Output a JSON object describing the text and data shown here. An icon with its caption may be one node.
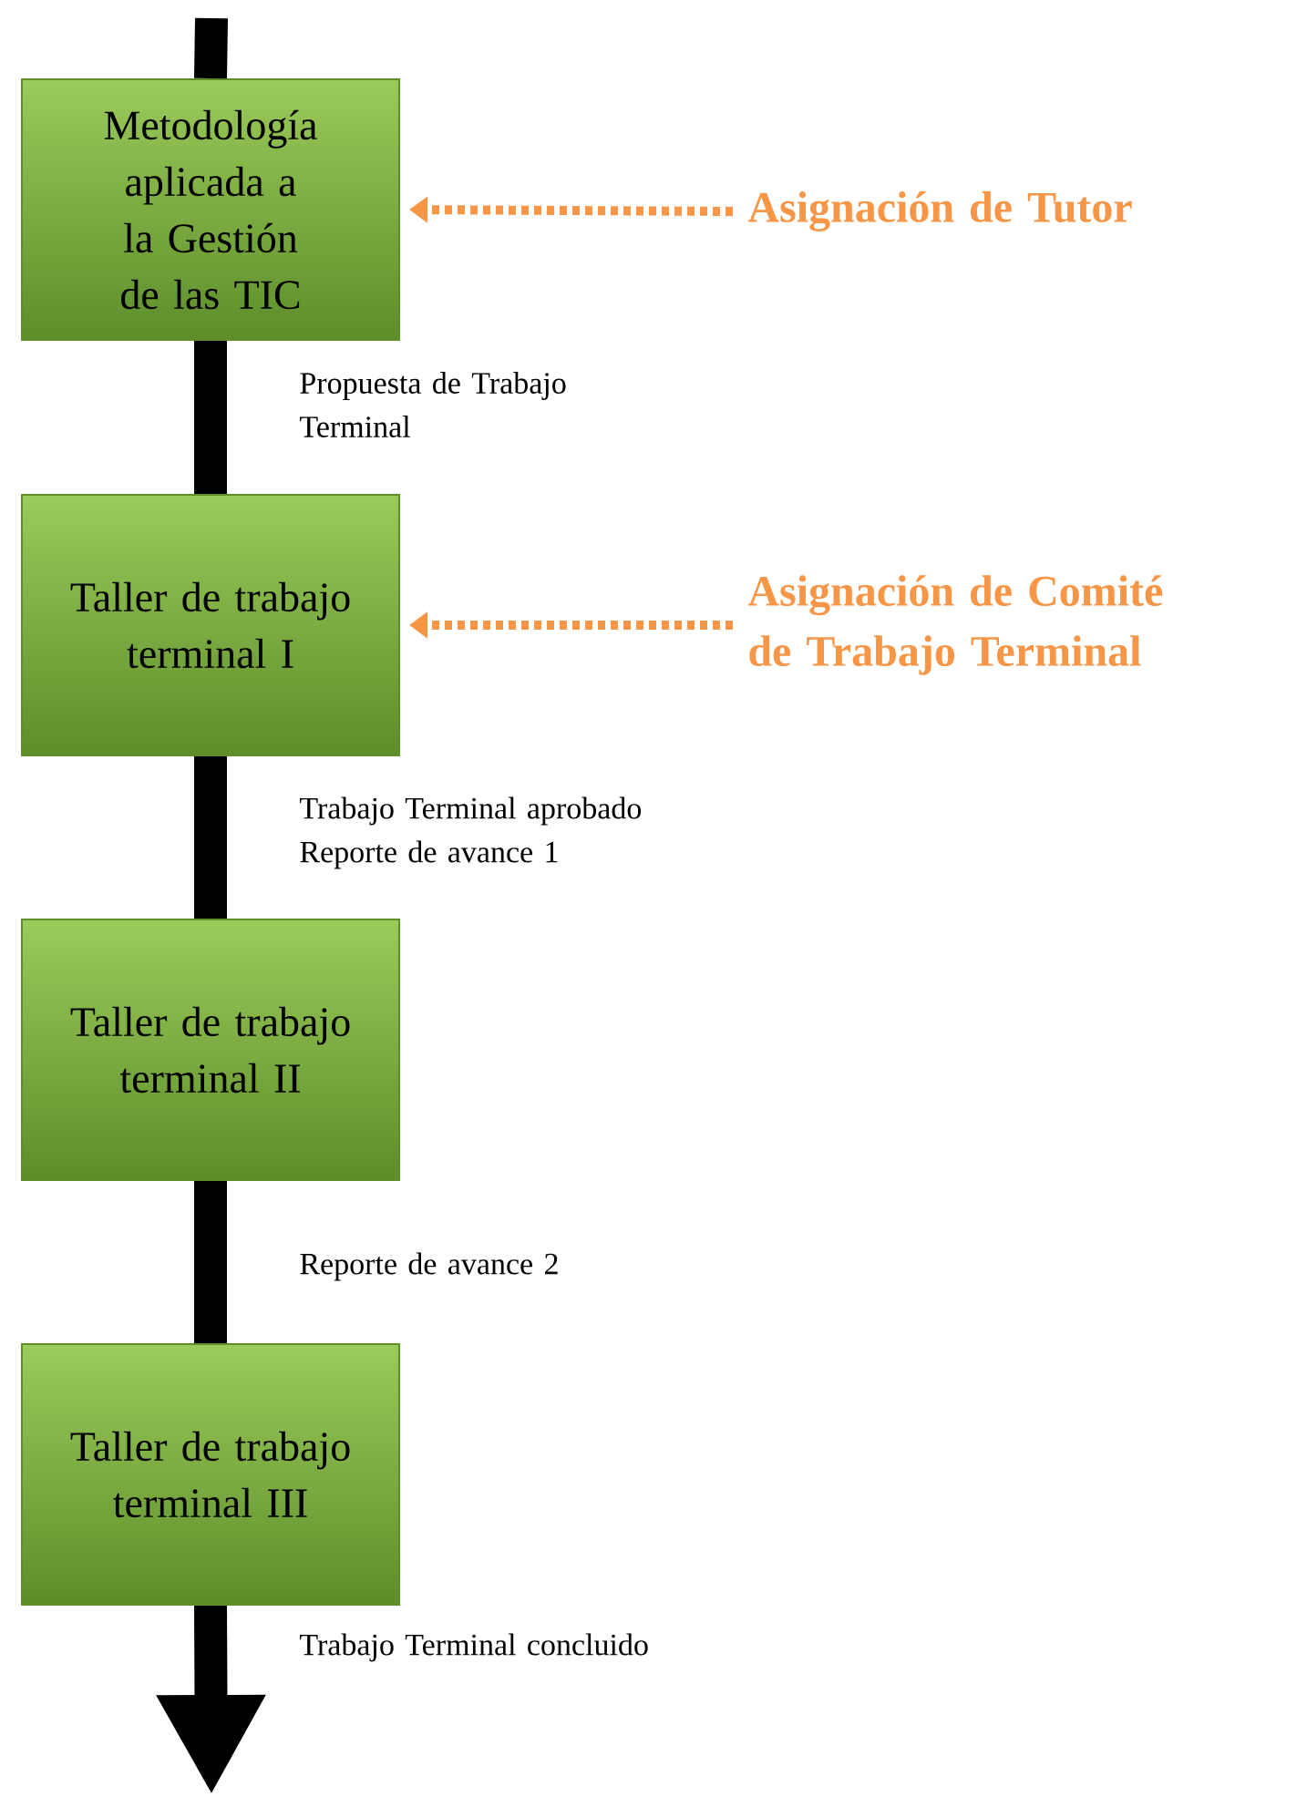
{
  "diagram": {
    "nodes": [
      {
        "text": [
          "Metodología aplicada a la Gestión de las TIC"
        ]
      },
      {
        "text": [
          "Taller de trabajo terminal I"
        ]
      },
      {
        "text": [
          "Taller de trabajo terminal II"
        ]
      },
      {
        "text": [
          "Taller de trabajo terminal III"
        ]
      },
      {
        "text": [
          "Asignación de Tutor"
        ]
      },
      {
        "text": [
          "Asignación de Comité de Trabajo Terminal"
        ]
      }
    ],
    "edges": [
      {
        "from": null,
        "to": 0,
        "arrow": "none"
      },
      {
        "from": 0,
        "to": 1,
        "arrow": "none",
        "label": "Propuesta de Trabajo Terminal"
      },
      {
        "from": 1,
        "to": 2,
        "arrow": "none",
        "label": "Trabajo Terminal aprobado Reporte de avance 1"
      },
      {
        "from": 2,
        "to": 3,
        "arrow": "none",
        "label": "Reporte de avance 2"
      },
      {
        "from": 3,
        "to": null,
        "arrow": "to",
        "label": "Trabajo Terminal concluido"
      },
      {
        "from": 4,
        "to": 0,
        "arrow": "to",
        "style": "dashed",
        "color": "#f79646"
      },
      {
        "from": 5,
        "to": 1,
        "arrow": "to",
        "style": "dashed",
        "color": "#f79646"
      }
    ]
  }
}
